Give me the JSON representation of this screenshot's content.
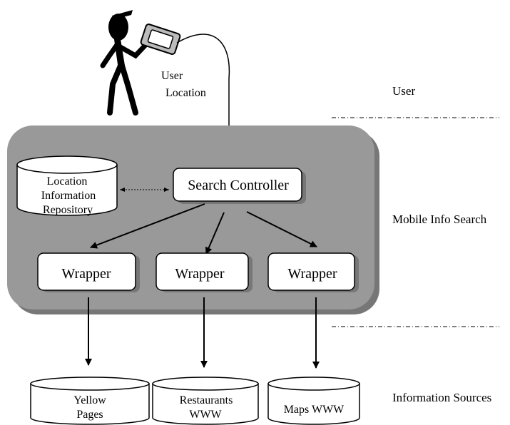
{
  "layers": {
    "user": "User",
    "mobile_info_search": "Mobile Info Search",
    "information_sources": "Information Sources"
  },
  "user_figure": {
    "location_label_line1": "User",
    "location_label_line2": "Location"
  },
  "repository": {
    "line1": "Location",
    "line2": "Information",
    "line3": "Repository"
  },
  "controller": {
    "label": "Search Controller"
  },
  "wrappers": [
    {
      "label": "Wrapper"
    },
    {
      "label": "Wrapper"
    },
    {
      "label": "Wrapper"
    }
  ],
  "sources": [
    {
      "line1": "Yellow",
      "line2": "Pages"
    },
    {
      "line1": "Restaurants",
      "line2": "WWW"
    },
    {
      "line1": "Maps WWW"
    }
  ],
  "colors": {
    "panel": "#999999",
    "panel_shadow": "#777777",
    "box": "#ffffff",
    "line": "#000000"
  }
}
